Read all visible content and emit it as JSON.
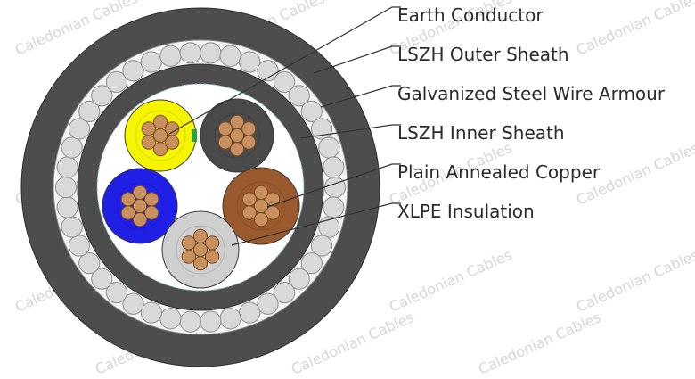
{
  "watermark": "Caledonian Cables",
  "colors": {
    "outer_sheath": "#4d4d4d",
    "armour_wire": "#d9d9d9",
    "armour_bed": "#f4f4f4",
    "inner_sheath": "#4d4d4d",
    "filler": "#ffffff",
    "copper": "#c8905e",
    "copper_edge": "#7a4a24",
    "core_yellow": "#f5f500",
    "core_stripe": "#27a33a",
    "core_black": "#4a4a4a",
    "core_blue": "#1f1fe6",
    "core_brown": "#9a5a2e",
    "core_grey": "#cfcfcf"
  },
  "callouts": [
    {
      "label": "Earth Conductor"
    },
    {
      "label": "LSZH Outer Sheath"
    },
    {
      "label": "Galvanized Steel Wire Armour"
    },
    {
      "label": "LSZH Inner Sheath"
    },
    {
      "label": "Plain Annealed Copper"
    },
    {
      "label": "XLPE Insulation"
    }
  ],
  "cores": [
    {
      "name": "earth-core",
      "color": "yellow",
      "stripe": "green"
    },
    {
      "name": "black-core",
      "color": "black"
    },
    {
      "name": "blue-core",
      "color": "blue"
    },
    {
      "name": "brown-core",
      "color": "brown"
    },
    {
      "name": "grey-core",
      "color": "grey"
    }
  ]
}
